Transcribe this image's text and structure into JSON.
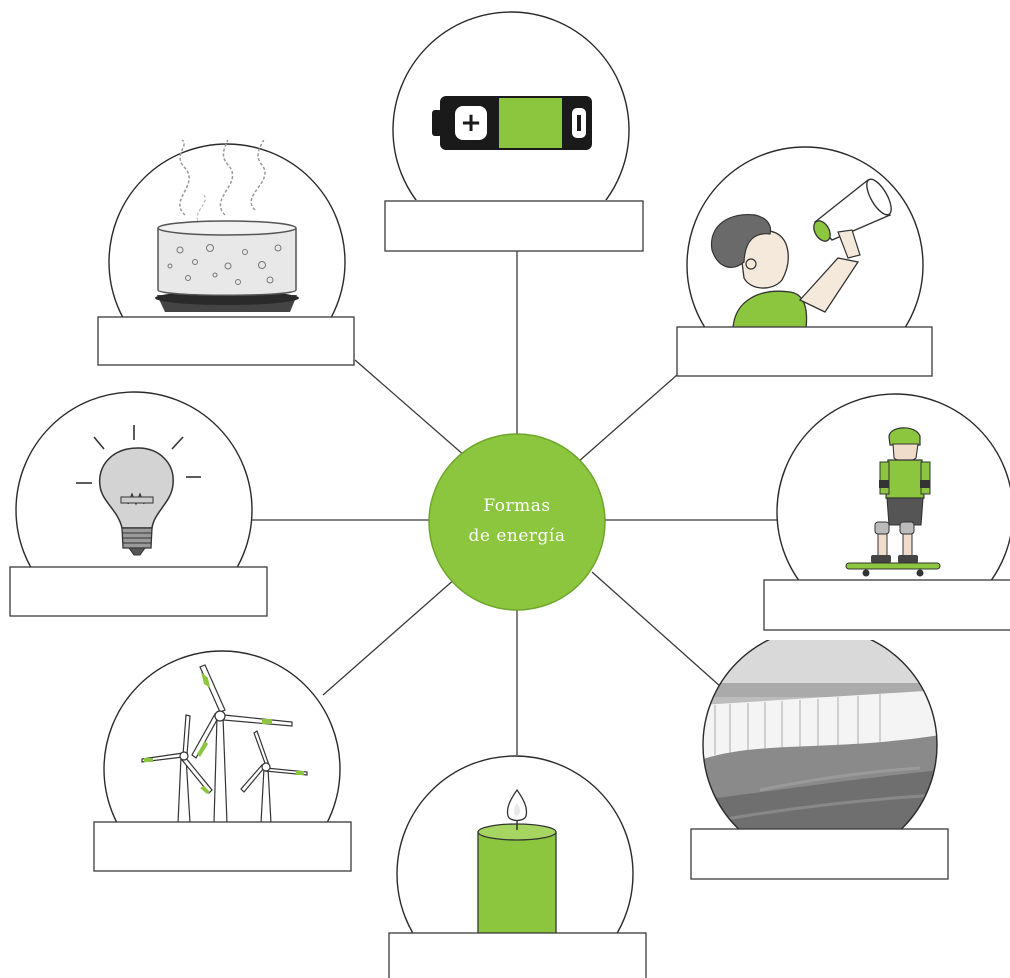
{
  "center": {
    "line1": "Formas",
    "line2": "de energía"
  },
  "colors": {
    "accent": "#8cc63f",
    "accent_dark": "#6ea52c",
    "outline": "#2a2a2a"
  },
  "nodes": [
    {
      "id": "battery",
      "icon": "battery-icon",
      "answer": ""
    },
    {
      "id": "boiling-pot",
      "icon": "boiling-pot-icon",
      "answer": ""
    },
    {
      "id": "megaphone-boy",
      "icon": "megaphone-icon",
      "answer": ""
    },
    {
      "id": "light-bulb",
      "icon": "light-bulb-icon",
      "answer": ""
    },
    {
      "id": "skateboarder",
      "icon": "skateboarder-icon",
      "answer": ""
    },
    {
      "id": "wind-turbines",
      "icon": "wind-turbine-icon",
      "answer": ""
    },
    {
      "id": "waterfall",
      "icon": "waterfall-icon",
      "answer": ""
    },
    {
      "id": "candle",
      "icon": "candle-icon",
      "answer": ""
    }
  ]
}
